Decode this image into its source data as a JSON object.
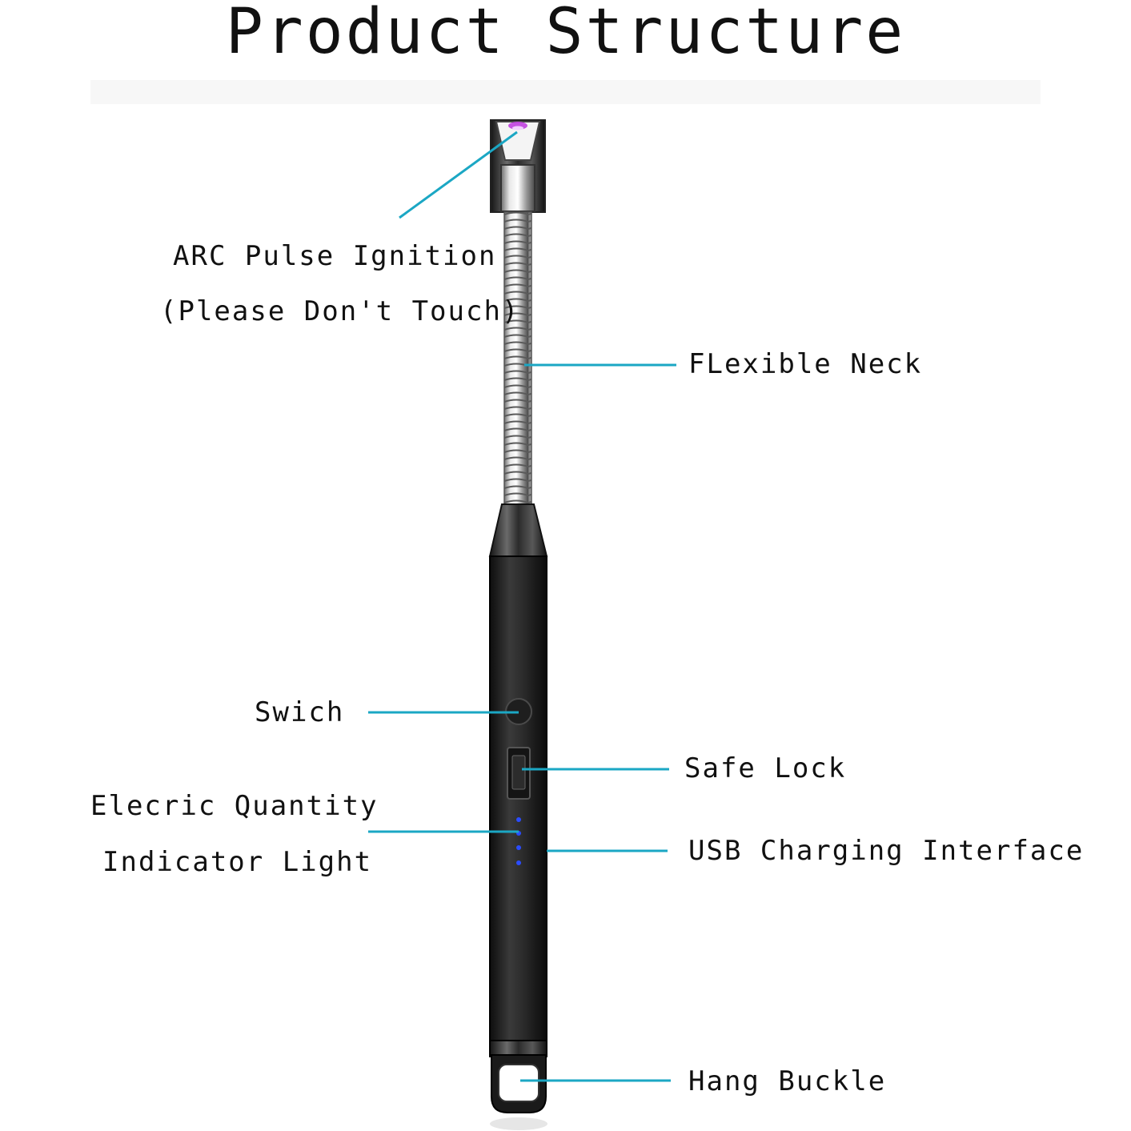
{
  "title": "Product Structure",
  "labels": {
    "arc_line1": "ARC Pulse Ignition",
    "arc_line2": "(Please Don't Touch)",
    "neck": "FLexible Neck",
    "switch": "Swich",
    "safe_lock": "Safe Lock",
    "indicator_line1": "Elecric Quantity",
    "indicator_line2": "Indicator Light",
    "usb": "USB Charging Interface",
    "hang_buckle": "Hang Buckle"
  },
  "colors": {
    "leader_line": "#1ba7c4",
    "body": "#1c1c1c",
    "metal": "#b5b5b5",
    "arc": "#c040e0",
    "led": "#2a4cff"
  }
}
